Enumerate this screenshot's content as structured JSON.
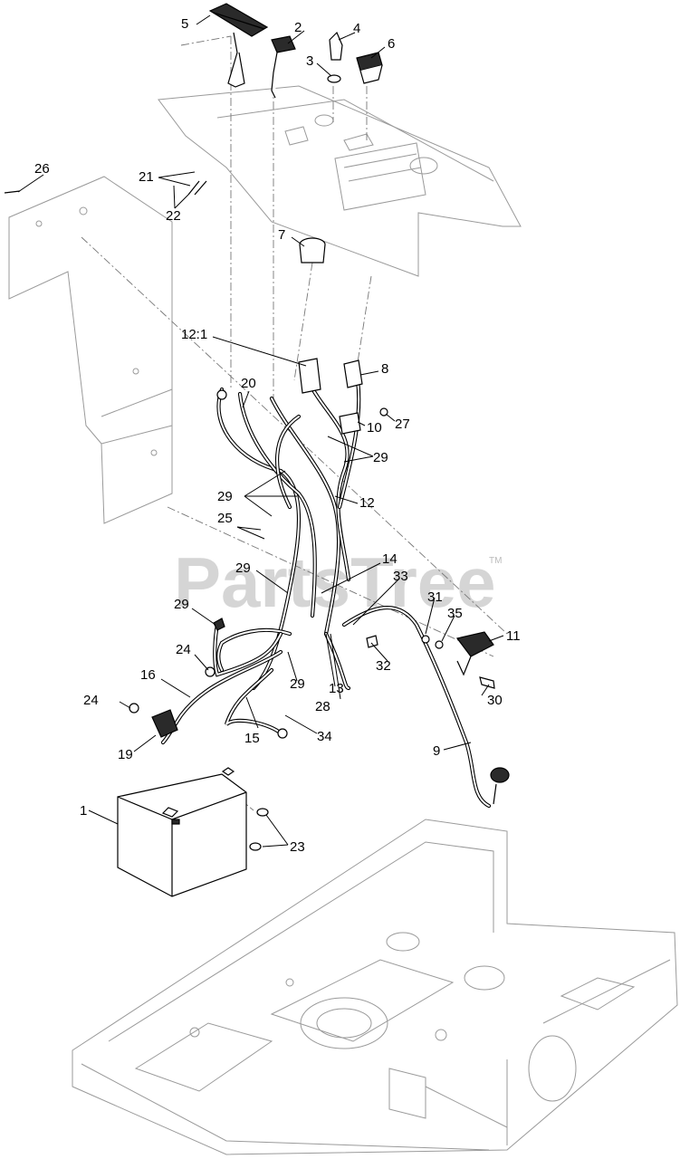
{
  "watermark": {
    "text": "PartsTree",
    "mark": "TM"
  },
  "callouts": [
    {
      "id": "c1",
      "text": "1"
    },
    {
      "id": "c2",
      "text": "2"
    },
    {
      "id": "c3",
      "text": "3"
    },
    {
      "id": "c4",
      "text": "4"
    },
    {
      "id": "c5",
      "text": "5"
    },
    {
      "id": "c6",
      "text": "6"
    },
    {
      "id": "c7",
      "text": "7"
    },
    {
      "id": "c8",
      "text": "8"
    },
    {
      "id": "c9",
      "text": "9"
    },
    {
      "id": "c10",
      "text": "10"
    },
    {
      "id": "c11",
      "text": "11"
    },
    {
      "id": "c12",
      "text": "12"
    },
    {
      "id": "c12_1",
      "text": "12:1"
    },
    {
      "id": "c13",
      "text": "13"
    },
    {
      "id": "c14",
      "text": "14"
    },
    {
      "id": "c15",
      "text": "15"
    },
    {
      "id": "c16",
      "text": "16"
    },
    {
      "id": "c19",
      "text": "19"
    },
    {
      "id": "c20",
      "text": "20"
    },
    {
      "id": "c21",
      "text": "21"
    },
    {
      "id": "c22",
      "text": "22"
    },
    {
      "id": "c23",
      "text": "23"
    },
    {
      "id": "c24a",
      "text": "24"
    },
    {
      "id": "c24b",
      "text": "24"
    },
    {
      "id": "c25",
      "text": "25"
    },
    {
      "id": "c26",
      "text": "26"
    },
    {
      "id": "c27",
      "text": "27"
    },
    {
      "id": "c28",
      "text": "28"
    },
    {
      "id": "c29a",
      "text": "29"
    },
    {
      "id": "c29b",
      "text": "29"
    },
    {
      "id": "c29c",
      "text": "29"
    },
    {
      "id": "c29d",
      "text": "29"
    },
    {
      "id": "c29e",
      "text": "29"
    },
    {
      "id": "c30",
      "text": "30"
    },
    {
      "id": "c31",
      "text": "31"
    },
    {
      "id": "c32",
      "text": "32"
    },
    {
      "id": "c33",
      "text": "33"
    },
    {
      "id": "c34",
      "text": "34"
    },
    {
      "id": "c35",
      "text": "35"
    }
  ]
}
